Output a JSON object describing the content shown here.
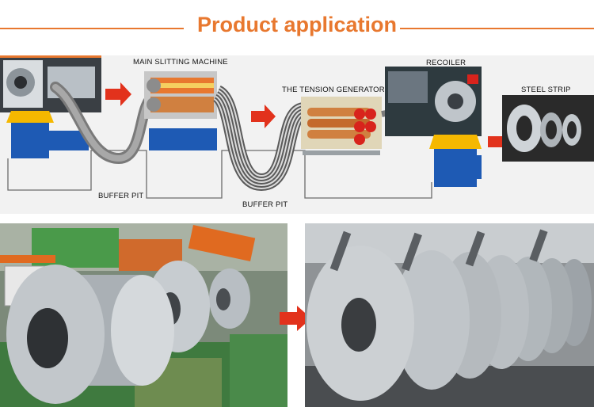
{
  "header": {
    "title": "Product application"
  },
  "diagram": {
    "labels": {
      "main_slitting_machine": "MAIN SLITTING MACHINE",
      "tension_generator": "THE TENSION GENERATOR",
      "recoiler": "RECOILER",
      "steel_strip": "STEEL STRIP",
      "buffer_pit_1": "BUFFER PIT",
      "buffer_pit_2": "BUFFER PIT"
    },
    "colors": {
      "machine_blue": "#1e5ab4",
      "orange": "#e8782f",
      "arrow_red": "#e2321c",
      "wire_gray": "#5a5a5a"
    }
  },
  "photos": {
    "left": {
      "subject": "steel coils on slitting line"
    },
    "right": {
      "subject": "slit steel strip coils"
    }
  }
}
